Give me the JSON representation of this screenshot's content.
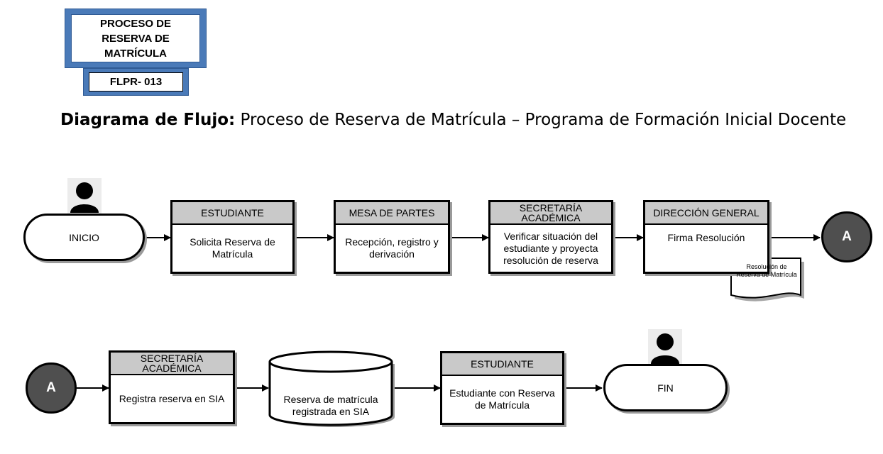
{
  "header": {
    "title": "PROCESO DE RESERVA DE MATRÍCULA",
    "code": "FLPR- 013",
    "heading_bold": "Diagrama de Flujo:",
    "heading_rest": " Proceso de Reserva de Matrícula – Programa de Formación Inicial Docente"
  },
  "row1": {
    "start": "INICIO",
    "step1": {
      "role": "ESTUDIANTE",
      "action": "Solicita Reserva de Matrícula"
    },
    "step2": {
      "role": "MESA DE PARTES",
      "action": "Recepción, registro y derivación"
    },
    "step3": {
      "role": "SECRETARÍA ACADÉMICA",
      "action": "Verificar situación del estudiante y proyecta resolución de reserva"
    },
    "step4": {
      "role": "DIRECCIÓN GENERAL",
      "action": "Firma Resolución"
    },
    "document": "Resolución de Reserva de Matrícula",
    "connector": "A"
  },
  "row2": {
    "connector": "A",
    "step1": {
      "role": "SECRETARÍA ACADÉMICA",
      "action": "Registra reserva en SIA"
    },
    "database": "Reserva de matrícula registrada en SIA",
    "step2": {
      "role": "ESTUDIANTE",
      "action": "Estudiante con Reserva de Matrícula"
    },
    "end": "FIN"
  },
  "colors": {
    "logo_frame": "#4a7ab8",
    "box_header": "#c9c9c9",
    "connector_fill": "#4f4f4f",
    "shadow": "#9a9a9a"
  },
  "icons": [
    "person-icon",
    "arrow-right-icon",
    "document-icon",
    "database-icon"
  ]
}
